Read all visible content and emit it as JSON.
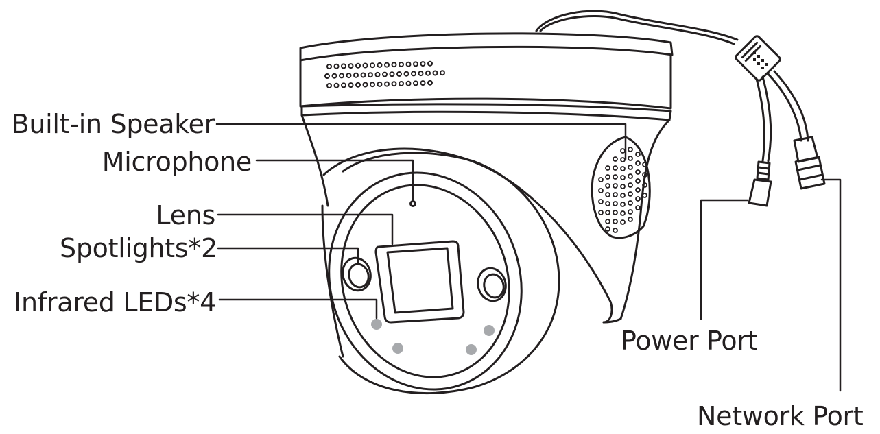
{
  "labels": {
    "speaker": "Built-in Speaker",
    "microphone": "Microphone",
    "lens": "Lens",
    "spotlights": "Spotlights*2",
    "infrared": "Infrared LEDs*4",
    "power_port": "Power Port",
    "network_port": "Network Port"
  },
  "colors": {
    "line": "#231f20",
    "ir_led": "#a7a9ac",
    "background": "#ffffff"
  }
}
